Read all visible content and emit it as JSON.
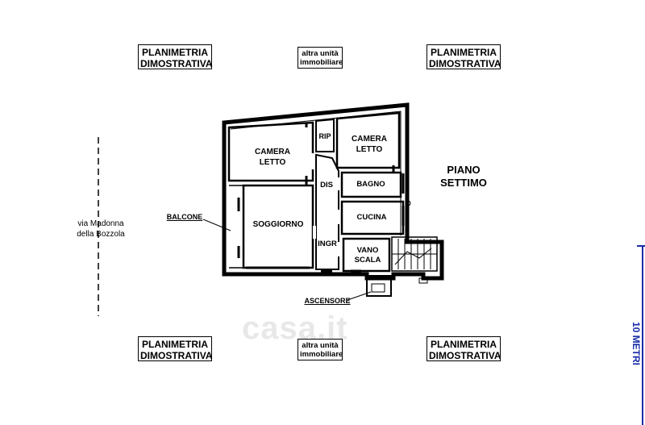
{
  "labels": {
    "planimetria": "PLANIMETRIA",
    "dimostrativa": "DIMOSTRATIVA",
    "altra_line1": "altra unità",
    "altra_line2": "immobiliare",
    "piano_line1": "PIANO",
    "piano_line2": "SETTIMO",
    "street_line1": "via Madonna",
    "street_line2": "della Bozzola",
    "scale": "10 METRI",
    "watermark": "casa.it"
  },
  "rooms": {
    "camera_letto_1_line1": "CAMERA",
    "camera_letto_1_line2": "LETTO",
    "camera_letto_2_line1": "CAMERA",
    "camera_letto_2_line2": "LETTO",
    "rip": "RIP",
    "dis": "DIS",
    "bagno": "BAGNO",
    "cucina": "CUCINA",
    "soggiorno": "SOGGIORNO",
    "ingr": "INGR",
    "vano_line1": "VANO",
    "vano_line2": "SCALA",
    "balcone": "BALCONE",
    "ascensore": "ASCENSORE"
  }
}
